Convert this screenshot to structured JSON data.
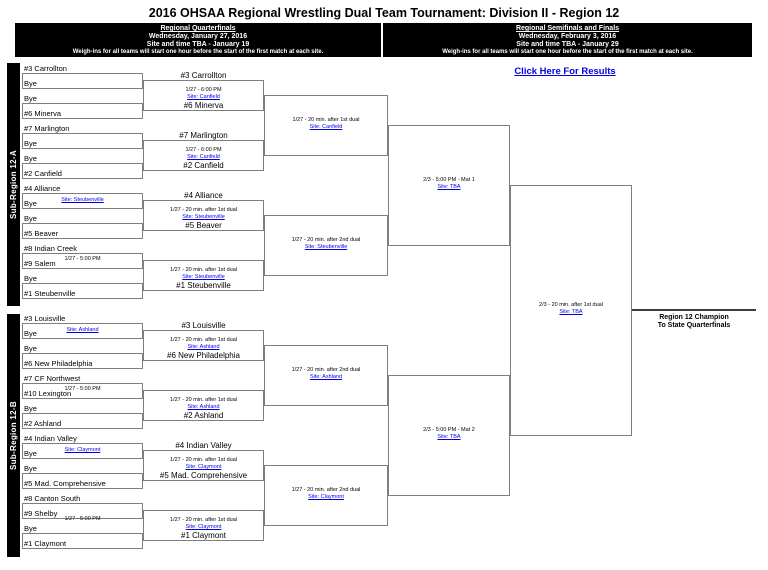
{
  "title": "2016 OHSAA Regional Wrestling Dual Team Tournament: Division II - Region 12",
  "results_link": "Click Here For Results",
  "header": {
    "quarterfinals": {
      "title": "Regional Quarterfinals",
      "date": "Wednesday, January 27, 2016",
      "site": "Site and time TBA - January 19",
      "weighins": "Weigh-ins for all teams will start one hour before the start of the first match at each site."
    },
    "semifinals": {
      "title": "Regional Semifinals and Finals",
      "date": "Wednesday, February 3, 2016",
      "site": "Site and time TBA - January 29",
      "weighins": "Weigh-ins for all teams will start one hour before the start of the first match at each site."
    }
  },
  "sidebars": {
    "a": "Sub-Region 12-A",
    "b": "Sub-Region 12-B"
  },
  "bracket": {
    "a": {
      "slots": [
        "#3 Carrollton",
        "Bye",
        "Bye",
        "#6 Minerva",
        "#7 Marlington",
        "Bye",
        "Bye",
        "#2 Canfield",
        "#4 Alliance",
        "Bye",
        "Bye",
        "#5 Beaver",
        "#8 Indian Creek",
        "#9 Salem",
        "Bye",
        "#1 Steubenville"
      ],
      "r1_info": [
        "Site: Steubenville",
        "1/27 - 5:00 PM"
      ],
      "qf": [
        {
          "top": "#3 Carrollton",
          "time": "1/27 - 6:00 PM",
          "site": "Site: Canfield",
          "bottom": "#6 Minerva"
        },
        {
          "top": "#7 Marlington",
          "time": "1/27 - 6:00 PM",
          "site": "Site: Canfield",
          "bottom": "#2 Canfield"
        },
        {
          "top": "#4 Alliance",
          "time": "1/27 - 20 min. after 1st dual",
          "site": "Site: Steubenville",
          "bottom": "#5 Beaver"
        },
        {
          "time": "1/27 - 20 min. after 1st dual",
          "site": "Site: Steubenville",
          "bottom": "#1 Steubenville"
        }
      ],
      "sf": [
        {
          "time": "1/27 - 20 min. after 1st dual",
          "site": "Site: Canfield"
        },
        {
          "time": "1/27 - 20 min. after 2nd dual",
          "site": "Site: Steubenville"
        }
      ],
      "final": {
        "time": "2/3 - 5:00 PM - Mat 1",
        "site": "Site: TBA"
      }
    },
    "b": {
      "slots": [
        "#3 Louisville",
        "Bye",
        "Bye",
        "#6 New Philadelphia",
        "#7 CF Northwest",
        "#10 Lexington",
        "Bye",
        "#2 Ashland",
        "#4 Indian Valley",
        "Bye",
        "Bye",
        "#5 Mad. Comprehensive",
        "#8 Canton South",
        "#9 Shelby",
        "Bye",
        "#1 Claymont"
      ],
      "r1_info": [
        "Site: Ashland",
        "1/27 - 5:00 PM",
        "Site: Claymont",
        "1/27 - 5:00 PM"
      ],
      "qf": [
        {
          "top": "#3 Louisville",
          "time": "1/27 - 20 min. after 1st dual",
          "site": "Site: Ashland",
          "bottom": "#6 New Philadelphia"
        },
        {
          "time": "1/27 - 20 min. after 1st dual",
          "site": "Site: Ashland",
          "bottom": "#2 Ashland"
        },
        {
          "top": "#4 Indian Valley",
          "time": "1/27 - 20 min. after 1st dual",
          "site": "Site: Claymont",
          "bottom": "#5 Mad. Comprehensive"
        },
        {
          "time": "1/27 - 20 min. after 1st dual",
          "site": "Site: Claymont",
          "bottom": "#1 Claymont"
        }
      ],
      "sf": [
        {
          "time": "1/27 - 20 min. after 2nd dual",
          "site": "Site: Ashland"
        },
        {
          "time": "1/27 - 20 min. after 2nd dual",
          "site": "Site: Claymont"
        }
      ],
      "final": {
        "time": "2/3 - 5:00 PM - Mat 2",
        "site": "Site: TBA"
      }
    },
    "grand_final": {
      "time": "2/3 - 20 min. after 1st dual",
      "site": "Site: TBA"
    },
    "champion": {
      "line1": "Region 12 Champion",
      "line2": "To State Quarterfinals"
    }
  },
  "colors": {
    "link": "#0000e0",
    "header_bg": "#000000",
    "header_text": "#ffffff",
    "bracket_line": "#7e7e7e"
  }
}
